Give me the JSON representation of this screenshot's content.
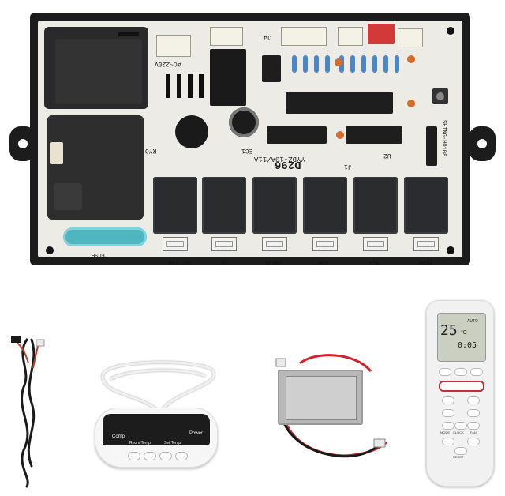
{
  "board": {
    "model_label": "D296",
    "part_label": "YYDZ-10A/11A",
    "j1_label": "J1",
    "j4_label": "J4",
    "fuse_label": "FUSE",
    "ac_label": "AC~220V",
    "display_label": "SHING-HO108",
    "ryo_label": "RYO",
    "u2_label": "U2",
    "ec1_label": "EC1",
    "relay_labels": [
      "OUT-FAN",
      "UR",
      "SWING",
      "LOW",
      "MID",
      "HIGH"
    ]
  },
  "display_panel": {
    "comp_label": "Comp",
    "power_label": "Power",
    "room_temp_label": "Room Temp",
    "set_temp_label": "Set Temp"
  },
  "remote": {
    "temperature": "25",
    "unit": "°C",
    "auto_label": "AUTO",
    "timer": "0:05",
    "buttons": [
      "CLOCK",
      "MODE",
      "FAN",
      "RESET"
    ]
  },
  "colors": {
    "pcb": "#ecebe6",
    "relay": "#2a2c2e",
    "fuse": "#4fb6c0",
    "wire_red": "#d0232a",
    "wire_black": "#1a1a1a"
  }
}
